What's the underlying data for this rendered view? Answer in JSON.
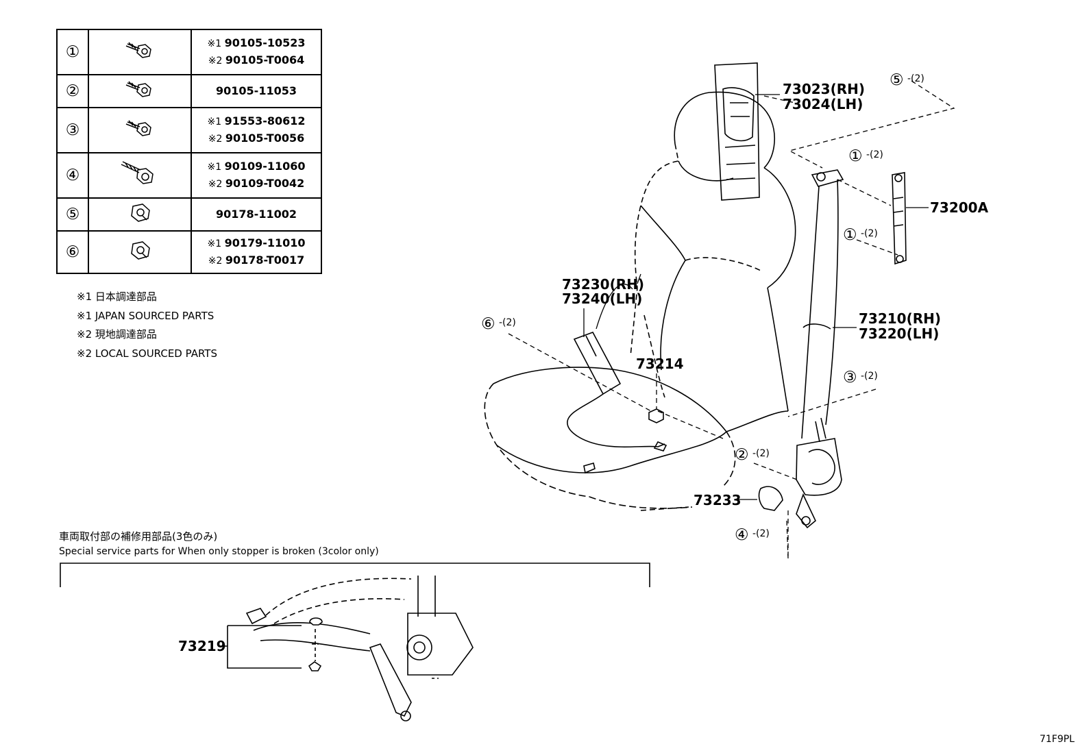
{
  "fasteners": [
    {
      "num": "①",
      "lines": [
        {
          "prefix": "※1",
          "part": "90105-10523"
        },
        {
          "prefix": "※2",
          "part": "90105-T0064"
        }
      ],
      "icon": "bolt-icon"
    },
    {
      "num": "②",
      "lines": [
        {
          "prefix": "",
          "part": "90105-11053"
        }
      ],
      "icon": "bolt-icon"
    },
    {
      "num": "③",
      "lines": [
        {
          "prefix": "※1",
          "part": "91553-80612"
        },
        {
          "prefix": "※2",
          "part": "90105-T0056"
        }
      ],
      "icon": "bolt-icon"
    },
    {
      "num": "④",
      "lines": [
        {
          "prefix": "※1",
          "part": "90109-11060"
        },
        {
          "prefix": "※2",
          "part": "90109-T0042"
        }
      ],
      "icon": "long-bolt-icon"
    },
    {
      "num": "⑤",
      "lines": [
        {
          "prefix": "",
          "part": "90178-11002"
        }
      ],
      "icon": "nut-icon"
    },
    {
      "num": "⑥",
      "lines": [
        {
          "prefix": "※1",
          "part": "90179-11010"
        },
        {
          "prefix": "※2",
          "part": "90178-T0017"
        }
      ],
      "icon": "nut-icon"
    }
  ],
  "notes": [
    "※1  日本調達部品",
    "※1  JAPAN SOURCED PARTS",
    "※2  現地調達部品",
    "※2  LOCAL SOURCED PARTS"
  ],
  "callouts": {
    "c73023": "73023(RH)",
    "c73024": "73024(LH)",
    "c73200A": "73200A",
    "c73230": "73230(RH)",
    "c73240": "73240(LH)",
    "c73210": "73210(RH)",
    "c73220": "73220(LH)",
    "c73214": "73214",
    "c73233": "73233",
    "c73219": "73219"
  },
  "refs": {
    "r5": {
      "num": "⑤",
      "qty": "-(2)"
    },
    "r1a": {
      "num": "①",
      "qty": "-(2)"
    },
    "r1b": {
      "num": "①",
      "qty": "-(2)"
    },
    "r6": {
      "num": "⑥",
      "qty": "-(2)"
    },
    "r3": {
      "num": "③",
      "qty": "-(2)"
    },
    "r2": {
      "num": "②",
      "qty": "-(2)"
    },
    "r4": {
      "num": "④",
      "qty": "-(2)"
    }
  },
  "section": {
    "title_jp": "車両取付部の補修用部品(3色のみ)",
    "title_en": "Special service parts for When only stopper is broken (3color only)"
  },
  "diagram_code": "71F9PL"
}
